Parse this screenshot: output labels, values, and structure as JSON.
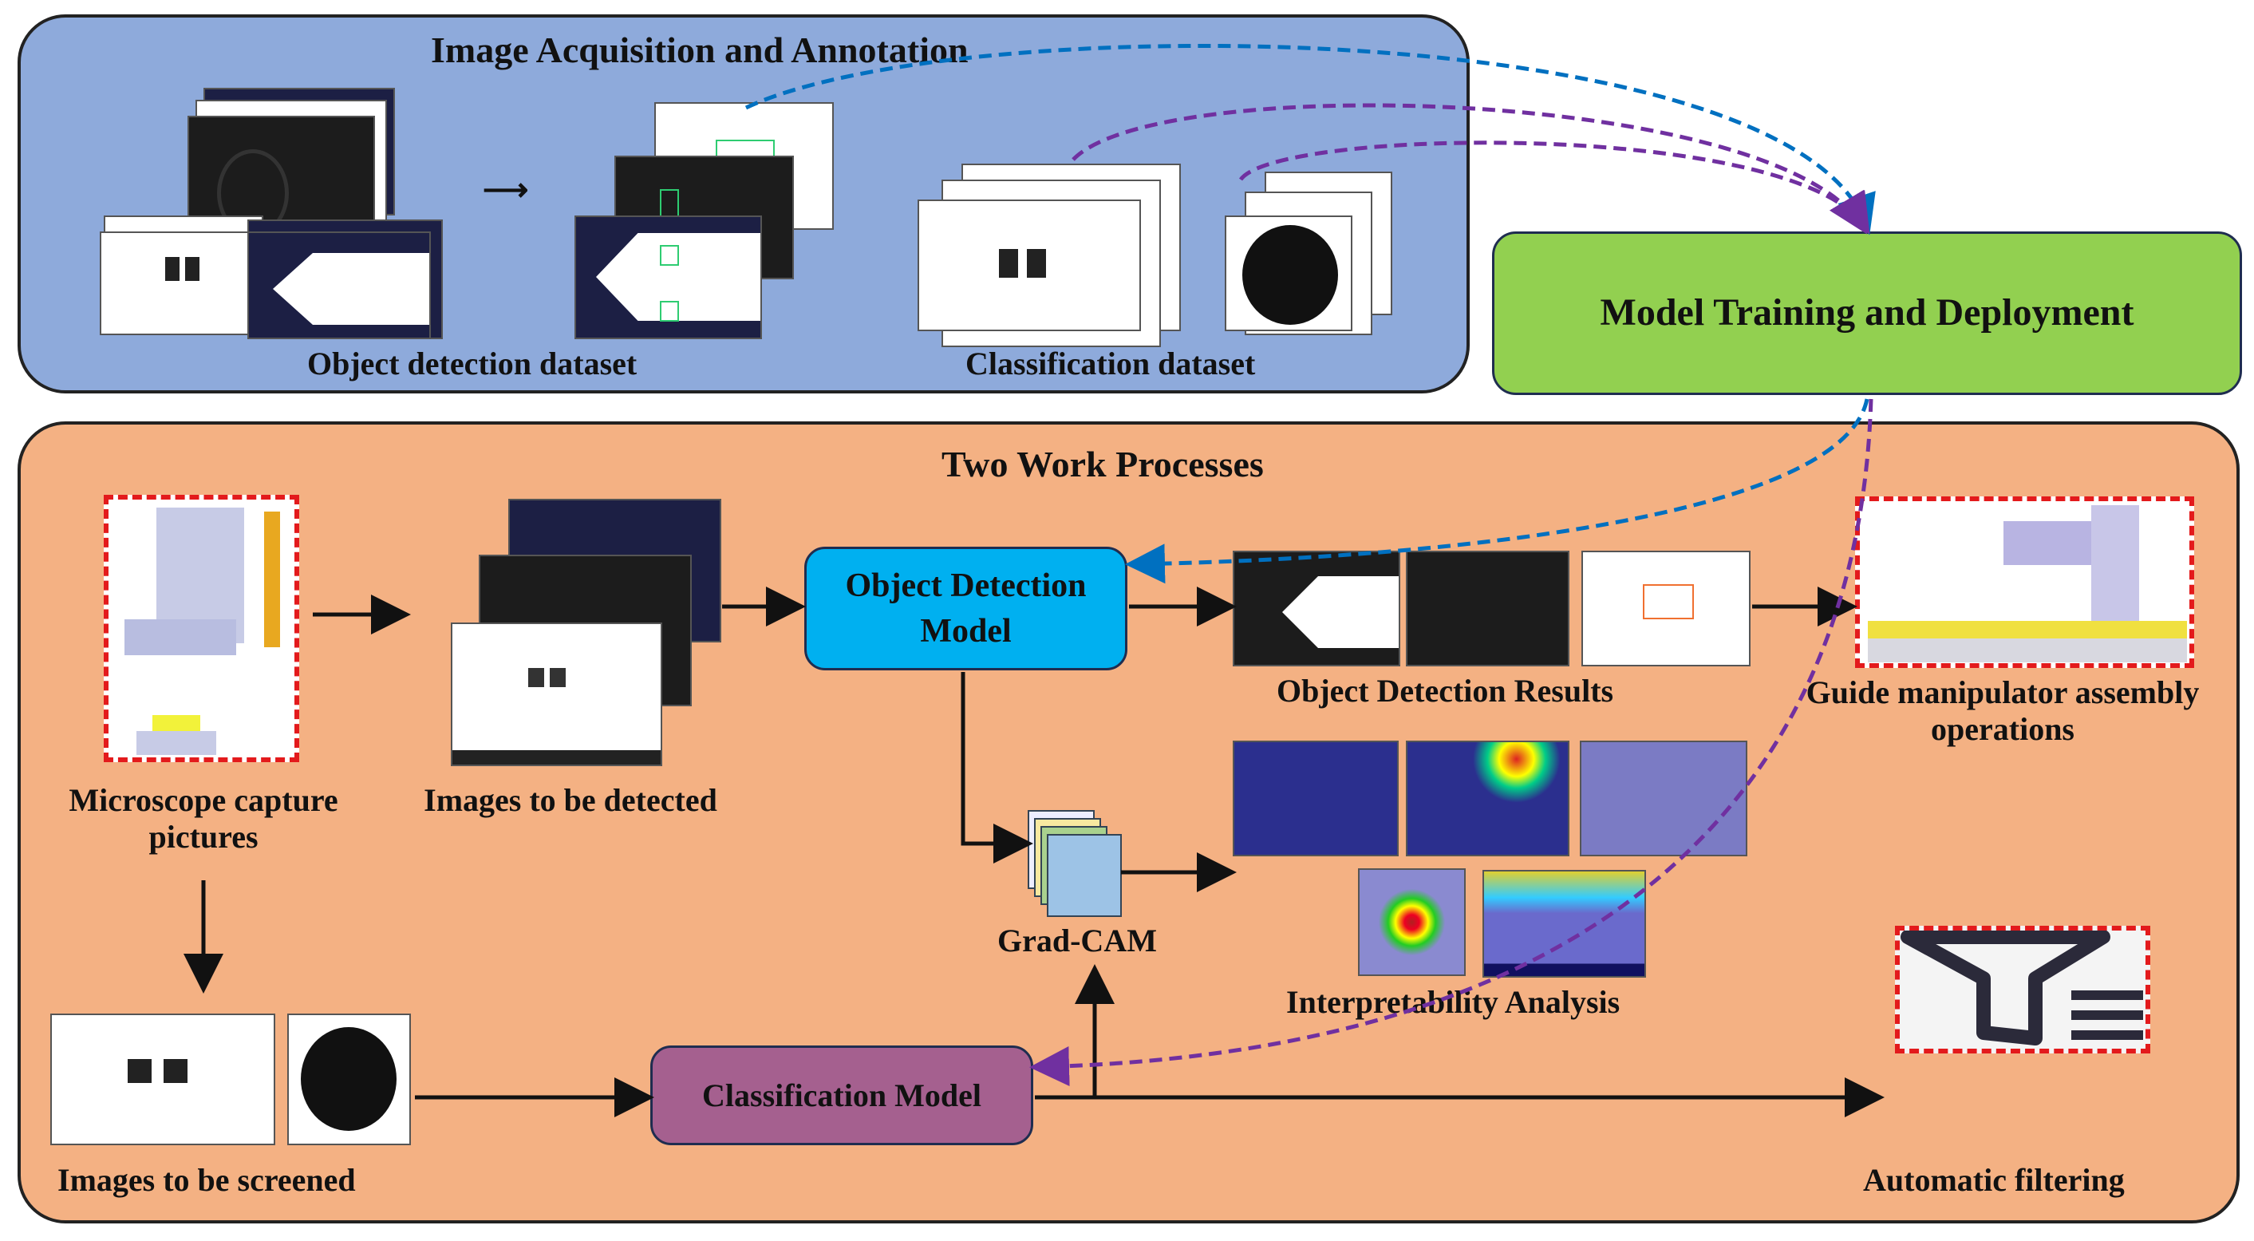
{
  "top_panel": {
    "title": "Image Acquisition and Annotation",
    "object_detection_label": "Object detection dataset",
    "classification_label": "Classification dataset"
  },
  "model_training": {
    "label": "Model Training and Deployment",
    "color": "#92d050"
  },
  "bottom_panel": {
    "title": "Two Work Processes",
    "microscope_label": "Microscope capture pictures",
    "images_detected_label": "Images to be detected",
    "object_detection_model": "Object Detection Model",
    "object_detection_results": "Object Detection Results",
    "gradcam_label": "Grad-CAM",
    "interpretability_label": "Interpretability Analysis",
    "guide_label": "Guide manipulator assembly operations",
    "images_screened_label": "Images to be screened",
    "classification_model": "Classification Model",
    "automatic_filtering_label": "Automatic filtering"
  },
  "colors": {
    "top_panel_bg": "#8eaadb",
    "bottom_panel_bg": "#f4b183",
    "object_detection_box": "#00b0f0",
    "classification_box": "#a5608f",
    "dashed_blue": "#0070c0",
    "dashed_purple": "#7030a0",
    "highlight_red": "#e31a1c"
  }
}
